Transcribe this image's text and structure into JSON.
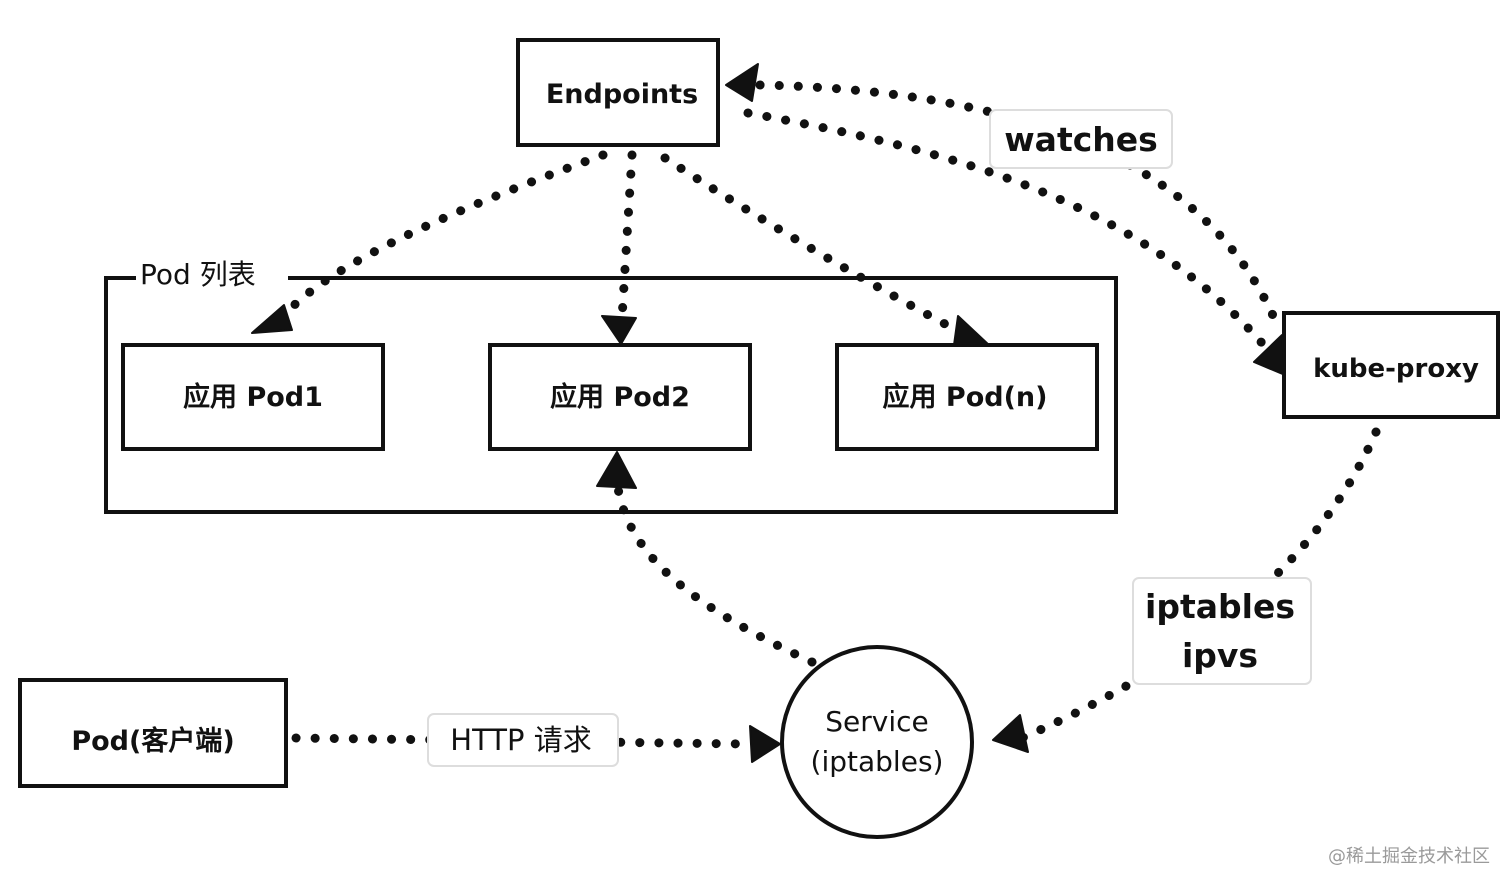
{
  "nodes": {
    "endpoints": "Endpoints",
    "kube_proxy": "kube-proxy",
    "pod_list": "Pod 列表",
    "pod1": "应用 Pod1",
    "pod2": "应用 Pod2",
    "podn": "应用 Pod(n)",
    "client": "Pod(客户端)",
    "service_line1": "Service",
    "service_line2": "(iptables)"
  },
  "edge_labels": {
    "watches": "watches",
    "iptables": "iptables",
    "ipvs": "ipvs",
    "http": "HTTP 请求"
  },
  "watermark": "@稀土掘金技术社区"
}
